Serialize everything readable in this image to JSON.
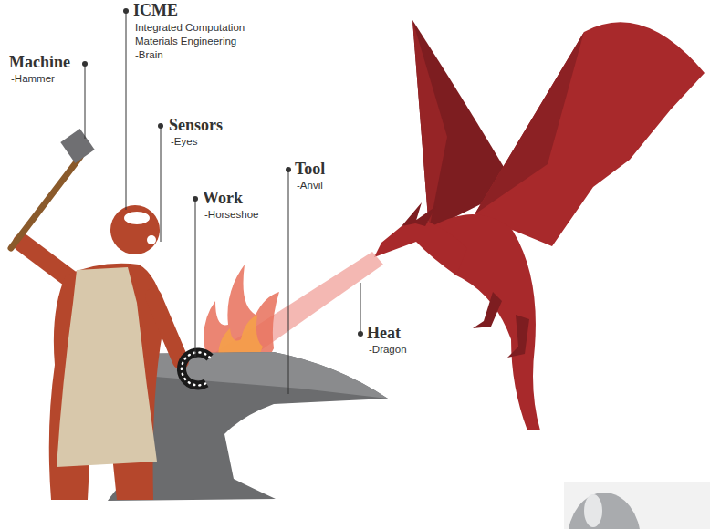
{
  "diagram": {
    "labels": [
      "Machine",
      "-Hammer",
      "ICME",
      "Integrated Computation Materials Engineering",
      "-Brain",
      "Sensors",
      "-Eyes",
      "Work",
      "-Horseshoe",
      "Tool",
      "-Anvil",
      "Heat",
      "-Dragon"
    ]
  }
}
